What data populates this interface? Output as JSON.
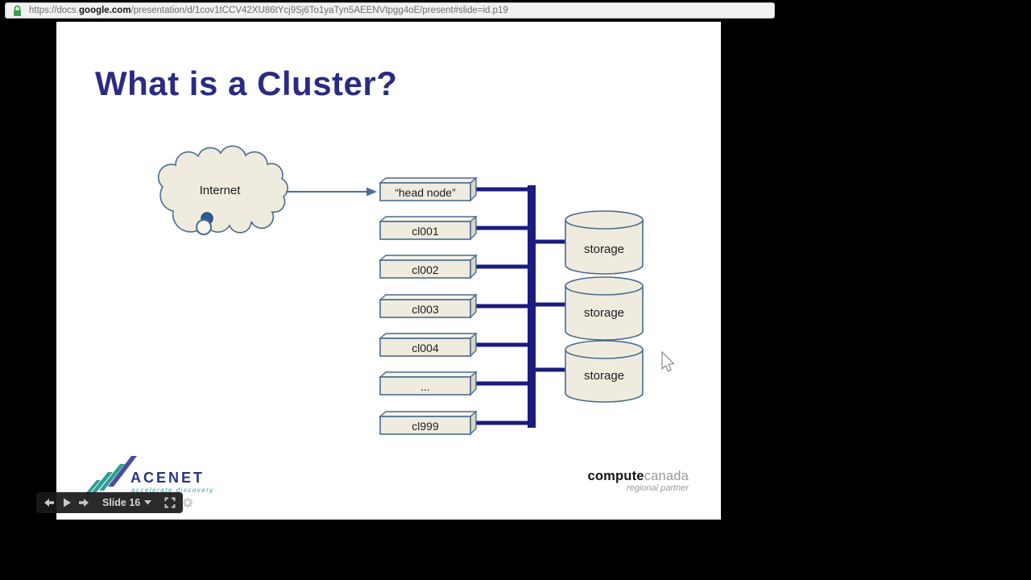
{
  "browser": {
    "url_prefix": "https://docs.",
    "url_domain": "google.com",
    "url_path": "/presentation/d/1cov1tCCV42XU86tYcj9Sj6To1yaTyn5AEENVtpgg4oE/present#slide=id.p19",
    "lock_icon": "padlock"
  },
  "slide": {
    "title": "What is a Cluster?",
    "cloud_label": "Internet",
    "nodes": [
      "“head node”",
      "cl001",
      "cl002",
      "cl003",
      "cl004",
      "...",
      "cl999"
    ],
    "storage": [
      "storage",
      "storage",
      "storage"
    ]
  },
  "logos": {
    "acenet": {
      "name": "ACENET",
      "tagline": "accelerate discovery"
    },
    "compute_canada": {
      "word_bold": "compute",
      "word_light": "canada",
      "tagline": "regional partner"
    }
  },
  "controls": {
    "slide_label": "Slide 16",
    "icons": {
      "previous": "arrow-left",
      "play": "play-triangle",
      "next": "arrow-right",
      "menu": "chevron-down",
      "fullscreen": "fullscreen-corners",
      "settings": "gear"
    }
  },
  "colors": {
    "title": "#2b2b85",
    "bus": "#1b1b80",
    "shape_fill": "#efecdf",
    "shape_stroke": "#4a6a8f",
    "steel": "#4d6f96",
    "lock_green": "#3c9e4d",
    "acenet_navy": "#27377b",
    "acenet_teal": "#2f9e96",
    "acenet_purple": "#4c4c9c"
  }
}
